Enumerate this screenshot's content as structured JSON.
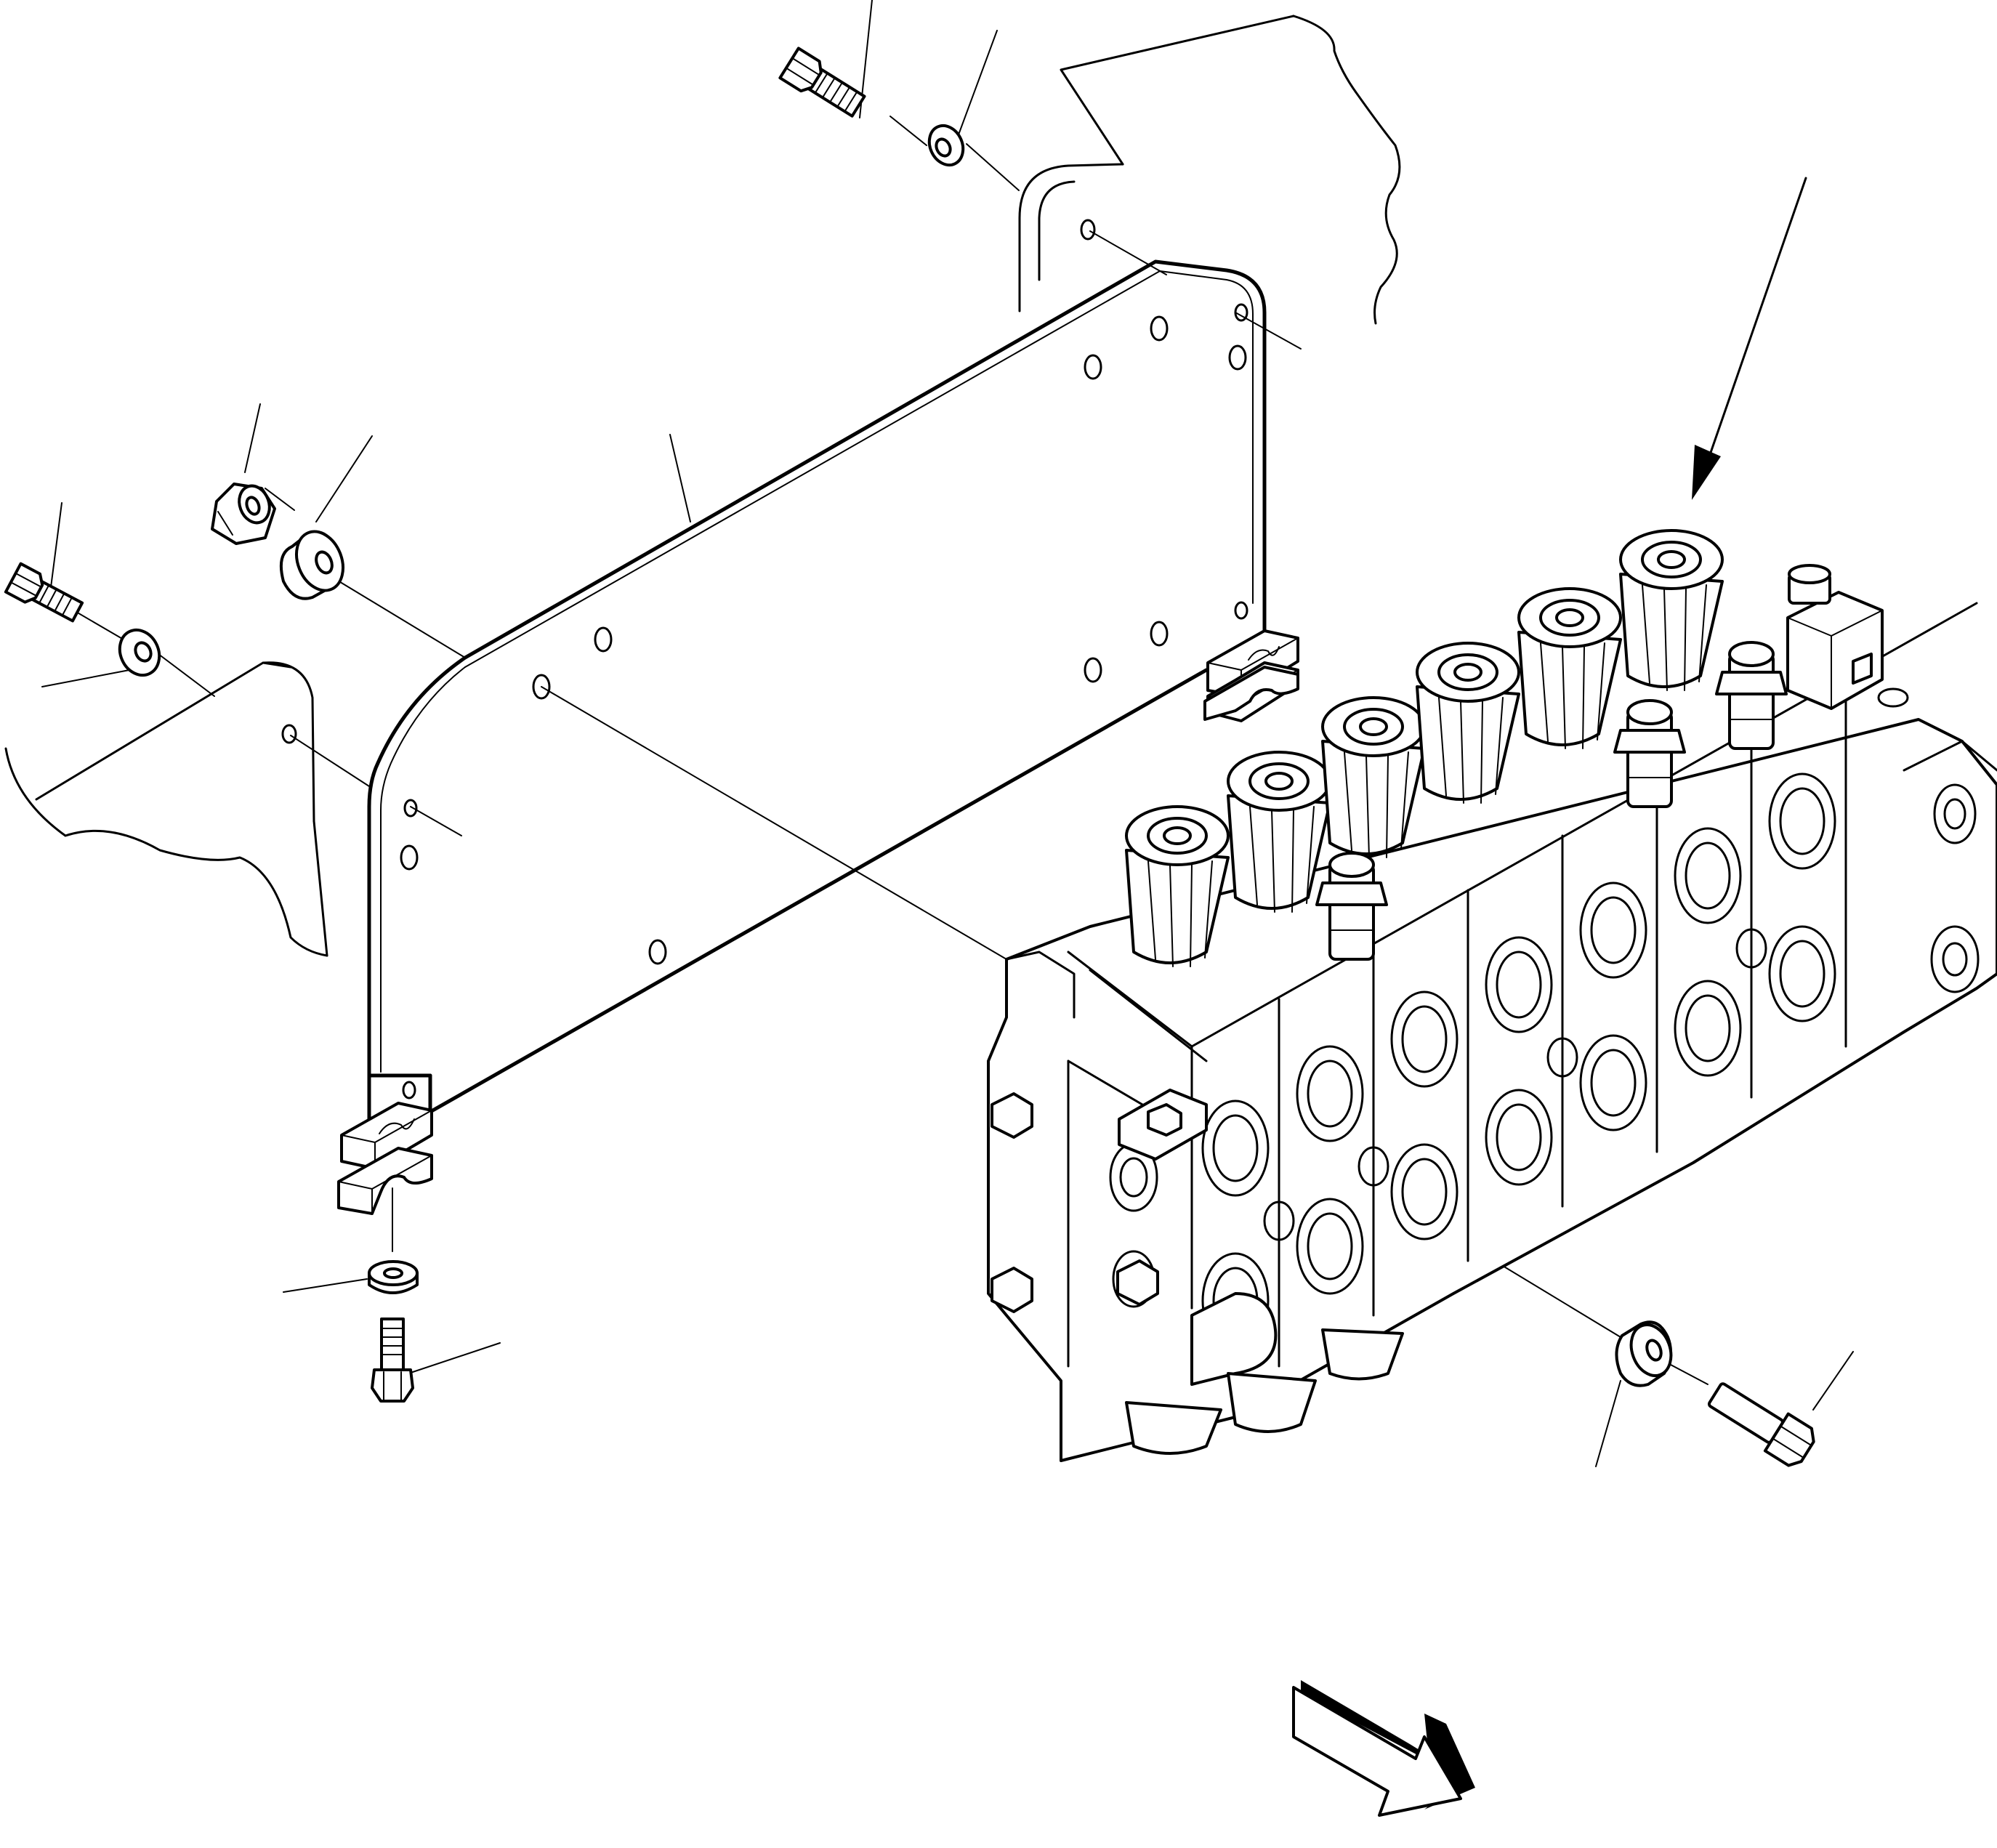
{
  "diagram": {
    "type": "exploded-parts-view",
    "parts": [
      {
        "name": "upper-mount-bolt",
        "icon": "bolt-icon"
      },
      {
        "name": "upper-mount-washer",
        "icon": "washer-icon"
      },
      {
        "name": "upper-frame-bracket",
        "icon": "frame-icon"
      },
      {
        "name": "lock-nut",
        "icon": "nut-icon"
      },
      {
        "name": "flat-washer-large",
        "icon": "washer-icon"
      },
      {
        "name": "left-mount-bolt",
        "icon": "bolt-icon"
      },
      {
        "name": "left-mount-washer",
        "icon": "washer-icon"
      },
      {
        "name": "lower-frame-bracket",
        "icon": "frame-icon"
      },
      {
        "name": "support-plate",
        "icon": "plate-icon"
      },
      {
        "name": "clamp-upper",
        "icon": "clamp-icon"
      },
      {
        "name": "clamp-lower",
        "icon": "clamp-icon"
      },
      {
        "name": "bottom-washer",
        "icon": "washer-icon"
      },
      {
        "name": "bottom-bolt",
        "icon": "bolt-icon"
      },
      {
        "name": "control-valve-assembly",
        "icon": "valve-icon"
      },
      {
        "name": "valve-washer",
        "icon": "washer-icon"
      },
      {
        "name": "valve-bolt",
        "icon": "bolt-icon"
      },
      {
        "name": "assembly-arrow",
        "icon": "arrow-icon"
      },
      {
        "name": "front-direction-arrow",
        "icon": "direction-arrow-icon"
      }
    ]
  }
}
